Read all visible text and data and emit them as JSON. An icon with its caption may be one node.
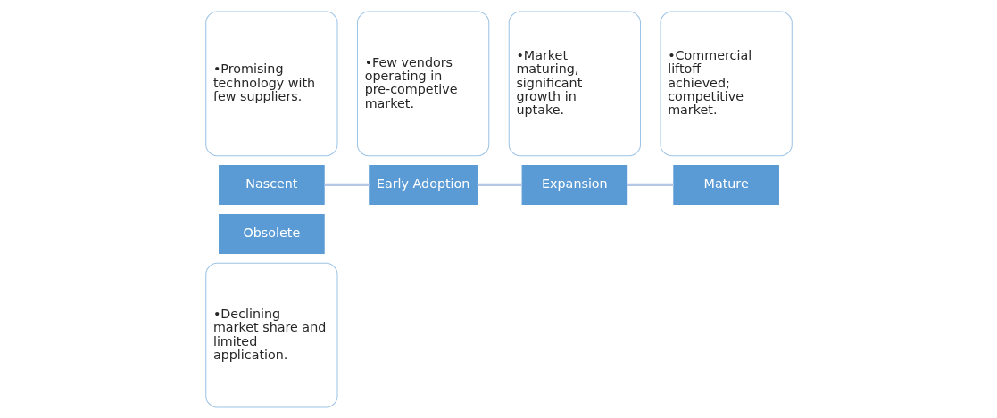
{
  "diagram": {
    "nodes": [
      {
        "text": [
          "•Declining market share and limited application."
        ]
      },
      {
        "text": [
          "Obsolete"
        ]
      },
      {
        "text": [
          "Nascent"
        ]
      },
      {
        "text": [
          "•Promising technology with few suppliers."
        ]
      },
      {
        "text": [
          "•Few vendors operating in pre-competive market."
        ]
      },
      {
        "text": [
          "Early Adoption"
        ]
      },
      {
        "text": [
          "Expansion"
        ]
      },
      {
        "text": [
          "•Market maturing, significant growth in uptake."
        ]
      },
      {
        "text": [
          "•Commercial liftoff achieved; competitive market."
        ]
      },
      {
        "text": [
          "Mature"
        ]
      }
    ],
    "edges": [
      {
        "from": 2,
        "to": 5,
        "arrow": "none"
      },
      {
        "from": 5,
        "to": 6,
        "arrow": "none"
      },
      {
        "from": 6,
        "to": 9,
        "arrow": "none"
      }
    ]
  }
}
